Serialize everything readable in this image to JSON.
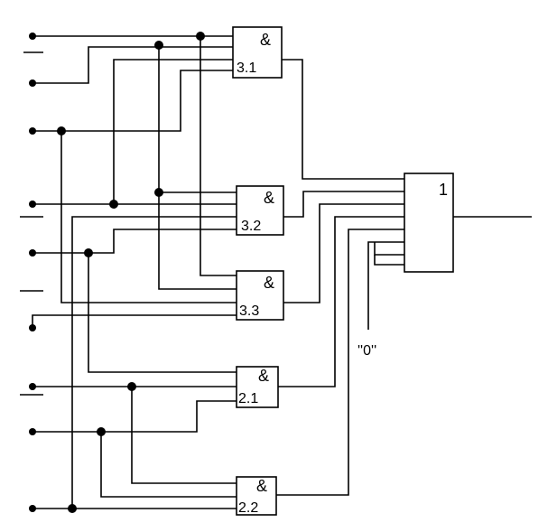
{
  "diagram": {
    "gates": [
      {
        "id": "3.1",
        "symbol": "&",
        "label": "3.1"
      },
      {
        "id": "3.2",
        "symbol": "&",
        "label": "3.2"
      },
      {
        "id": "3.3",
        "symbol": "&",
        "label": "3.3"
      },
      {
        "id": "2.1",
        "symbol": "&",
        "label": "2.1"
      },
      {
        "id": "2.2",
        "symbol": "&",
        "label": "2.2"
      }
    ],
    "or_gate": {
      "symbol": "1"
    },
    "constant_label": "''0''"
  }
}
